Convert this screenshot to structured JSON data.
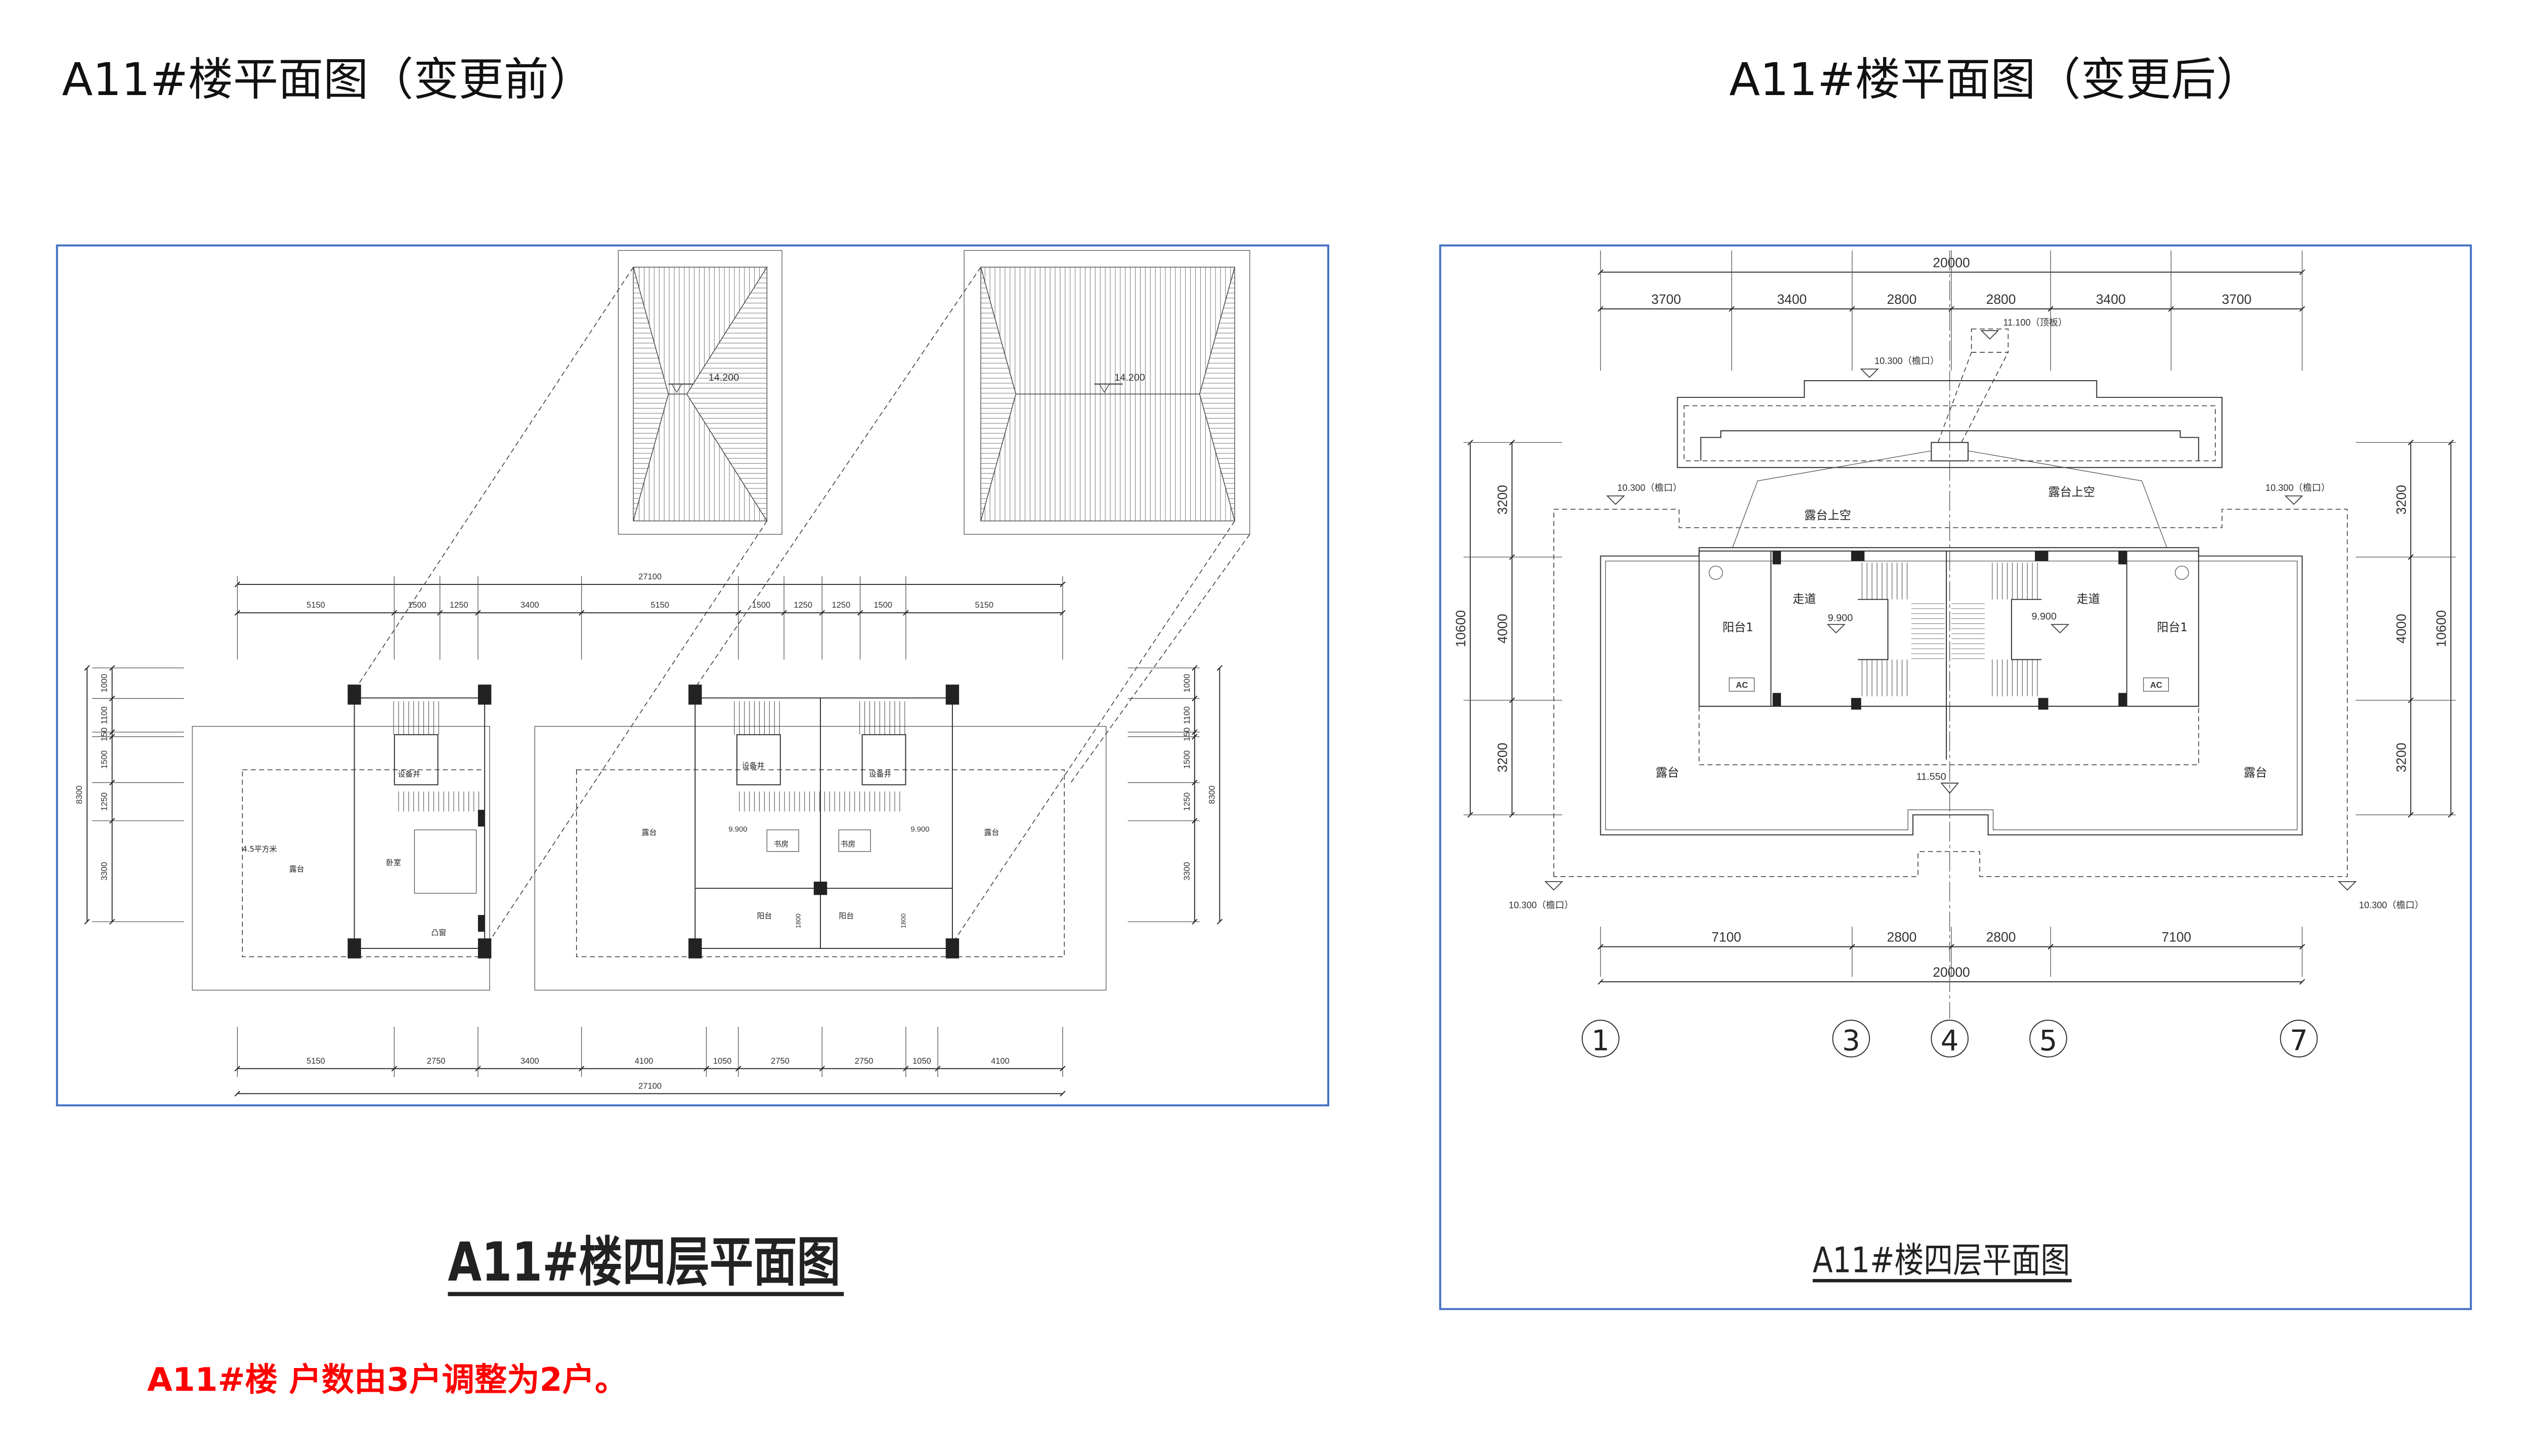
{
  "titles": {
    "before": "A11#楼平面图（变更前）",
    "after": "A11#楼平面图（变更后）"
  },
  "note": "A11#楼 户数由3户调整为2户。",
  "colors": {
    "frame": "#4472C4",
    "note": "#FF0000",
    "line": "#333333"
  },
  "before": {
    "caption": "A11#楼四层平面图",
    "roof_elevations": [
      "14.200",
      "14.200"
    ],
    "dims_top_total": "27100",
    "dims_top": [
      "5150",
      "1500",
      "1250",
      "3400",
      "5150",
      "1500",
      "1250",
      "1250",
      "1500",
      "5150"
    ],
    "dims_bottom": [
      "5150",
      "2750",
      "3400",
      "4100",
      "1050",
      "2750",
      "2750",
      "1050",
      "4100"
    ],
    "dims_bottom_total": "27100",
    "dims_side": [
      "1000",
      "1100",
      "150",
      "1500",
      "1250",
      "3300"
    ],
    "dims_side_total": "8300",
    "rooms": {
      "shaft": "设备井",
      "bedroom": "卧室",
      "terrace": "露台",
      "area": "4.5平方米",
      "bay_window": "凸窗",
      "study": "书房",
      "level": "9.900",
      "balcony": "阳台",
      "balcony_depth": "1800"
    }
  },
  "after": {
    "caption": "A11#楼四层平面图",
    "dims_top_total": "20000",
    "dims_top": [
      "3700",
      "3400",
      "2800",
      "2800",
      "3400",
      "3700"
    ],
    "dims_bottom": [
      "7100",
      "2800",
      "2800",
      "7100"
    ],
    "dims_bottom_total": "20000",
    "dims_side": [
      "3200",
      "4000",
      "3200"
    ],
    "dims_side_total": "10600",
    "elev_roof_slab": "11.100（顶板）",
    "elev_eave": "10.300（檐口）",
    "elev_ridge": "11.550",
    "rooms": {
      "terrace_void": "露台上空",
      "corridor": "走道",
      "balcony1": "阳台1",
      "level": "9.900",
      "terrace": "露台",
      "ac": "AC"
    },
    "axes": [
      "1",
      "3",
      "4",
      "5",
      "7"
    ]
  }
}
